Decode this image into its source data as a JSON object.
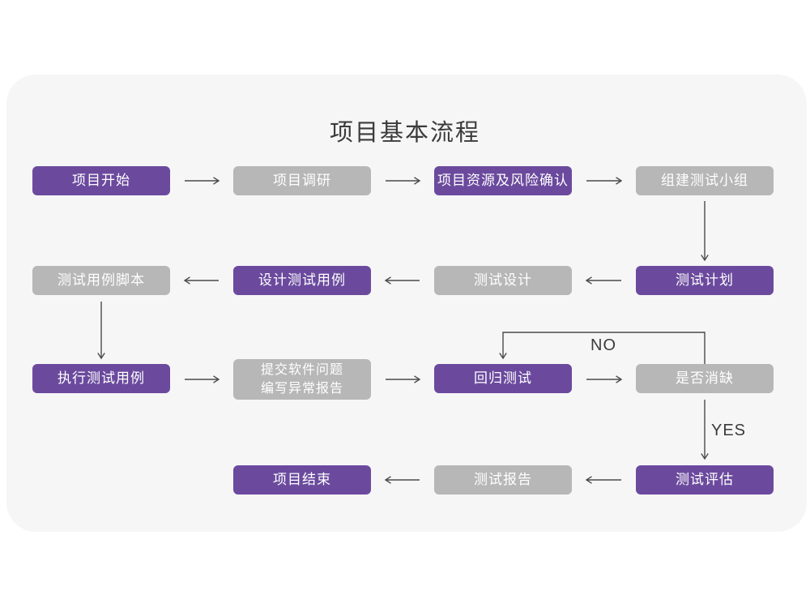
{
  "title": "项目基本流程",
  "colors": {
    "purple": "#6b4a9e",
    "gray": "#b7b7b7",
    "panel": "#f6f6f7",
    "page": "#ffffff",
    "line": "#4a4a4a",
    "ink": "#3b3b3b",
    "boxtext": "#ffffff"
  },
  "labels": {
    "no": "NO",
    "yes": "YES"
  },
  "nodes": [
    {
      "id": "project-start",
      "label": "项目开始",
      "variant": "purple"
    },
    {
      "id": "project-research",
      "label": "项目调研",
      "variant": "gray"
    },
    {
      "id": "resource-risk",
      "label": "项目资源及风险确认",
      "variant": "purple"
    },
    {
      "id": "build-team",
      "label": "组建测试小组",
      "variant": "gray"
    },
    {
      "id": "test-plan",
      "label": "测试计划",
      "variant": "purple"
    },
    {
      "id": "test-design",
      "label": "测试设计",
      "variant": "gray"
    },
    {
      "id": "design-cases",
      "label": "设计测试用例",
      "variant": "purple"
    },
    {
      "id": "case-script",
      "label": "测试用例脚本",
      "variant": "gray"
    },
    {
      "id": "execute-cases",
      "label": "执行测试用例",
      "variant": "purple"
    },
    {
      "id": "submit-issues",
      "label": "提交软件问题\n编写异常报告",
      "variant": "gray"
    },
    {
      "id": "regression-test",
      "label": "回归测试",
      "variant": "purple"
    },
    {
      "id": "defect-cleared",
      "label": "是否消缺",
      "variant": "gray"
    },
    {
      "id": "test-evaluate",
      "label": "测试评估",
      "variant": "purple"
    },
    {
      "id": "test-report",
      "label": "测试报告",
      "variant": "gray"
    },
    {
      "id": "project-end",
      "label": "项目结束",
      "variant": "purple"
    }
  ]
}
